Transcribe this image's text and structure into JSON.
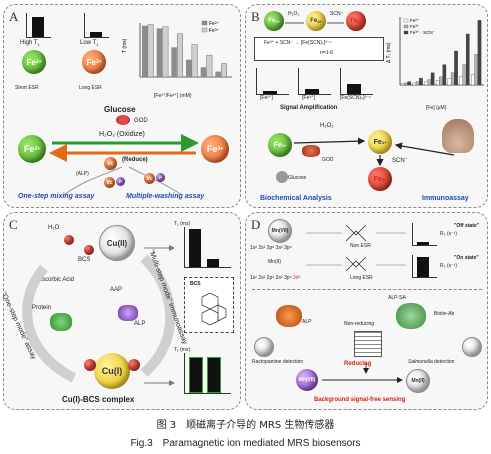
{
  "panelA": {
    "label": "A",
    "high_t1": "High T",
    "low_t1": "Low T",
    "short_esr": "Short ESR",
    "long_esr": "Long ESR",
    "fe2": "Fe",
    "fe3": "Fe",
    "fe2_sup": "2+",
    "fe3_sup": "3+",
    "chart_ylabel": "T",
    "chart_xlabel": "[Fe³⁺/Fe²⁺] (mM)",
    "legend": [
      "Fe²⁺",
      "Fe³⁺"
    ],
    "glucose": "Glucose",
    "god": "GOD",
    "h2o2": "H₂O₂ (Oxidize)",
    "vc_reduce": "(Reduce)",
    "alp": "(ALP)",
    "vc": "Vc",
    "one_step": "One-step mixing assay",
    "multi_wash": "Multiple-washing assay"
  },
  "panelB": {
    "label": "B",
    "h2o2": "H₂O₂",
    "scn": "SCN⁻",
    "eq": "Fe³⁺ + SCN⁻ → [Fe(SCN)ₙ]³⁻ⁿ",
    "n_range": "n=1-6",
    "signal_amp": "Signal Amplification",
    "bar_labels": [
      "[Fe²⁺]",
      "[Fe³⁺]",
      "[Fe(SCN)ₙ]³⁻ⁿ"
    ],
    "chart_ylabel": "Δ T₁ (ms)",
    "chart_xlabel": "[Fe] (μM)",
    "legend": [
      "Fe²⁺",
      "Fe³⁺",
      "Fe³⁺ · SCN⁻"
    ],
    "h2o2_center": "H₂O₂",
    "scn_center": "SCN⁻",
    "god": "GOD",
    "glucose": "Glucose",
    "biochem": "Biochemical Analysis",
    "immuno": "Immunoassay"
  },
  "panelC": {
    "label": "C",
    "h2o": "H₂O",
    "cu2": "Cu(II)",
    "bcs": "BCS",
    "ascorbic": "Ascorbic Acid",
    "protein": "Protein",
    "aap": "AAP",
    "alp": "ALP",
    "one_step": "\"One-step mode\" assay",
    "multi_step": "\"Multi-step mode\" immunoassay",
    "cu1": "Cu(I)",
    "complex": "Cu(I)-BCS complex",
    "t1": "T₁ (ms)",
    "bcs_box": "BCS"
  },
  "panelD": {
    "label": "D",
    "mn7": "Mn(VII)",
    "mn2": "Mn(II)",
    "config1": "1s² 2s² 2p⁶ 3s² 3p⁶",
    "config2_prefix": "1s² 2s² 2p⁶ 3s² 3p⁶",
    "config2_suffix": "3d⁵",
    "non_esr": "Non ESR",
    "long_esr": "Long ESR",
    "off_state": "\"Off state\"",
    "on_state": "\"On state\"",
    "r2_label": "R₂ (s⁻¹)",
    "alp_sa": "ALP-SA",
    "biotin": "Biotin-Ab",
    "non_reducing": "Non-reducing",
    "alp": "ALP",
    "reducing": "Reducing",
    "ractopamine": "Ractopamine detection",
    "salmonella": "Salmonella",
    "detection": "detection",
    "background": "Background signal-free sensing"
  },
  "caption_cn": "图 3　顺磁离子介导的 MRS 生物传感器",
  "caption_en": "Fig.3　Paramagnetic ion mediated MRS biosensors"
}
